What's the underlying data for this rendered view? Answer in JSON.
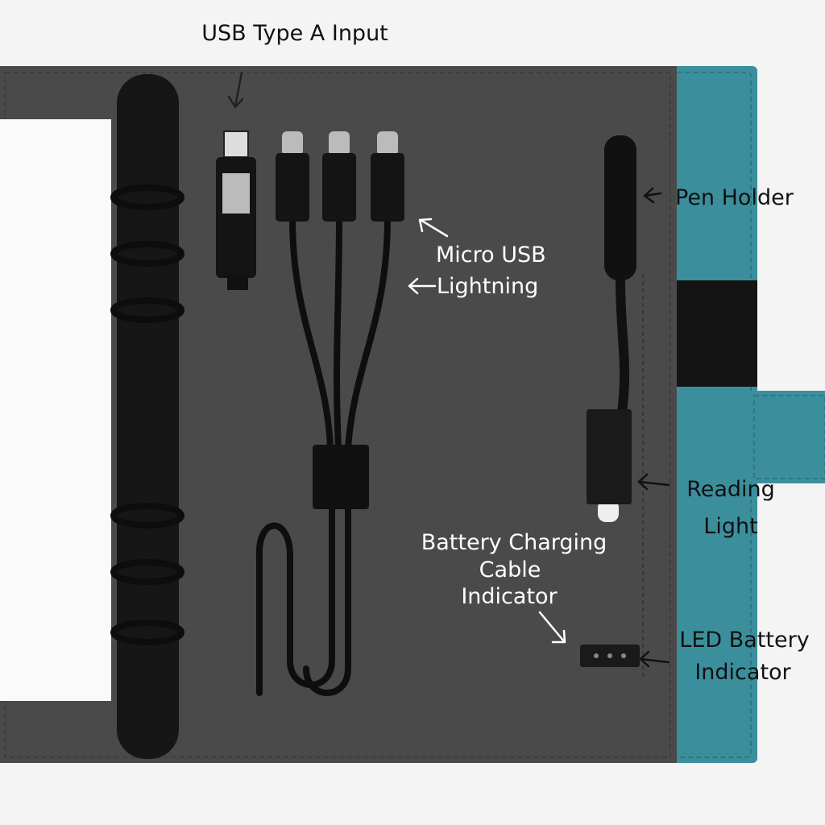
{
  "labels": {
    "usb_type_a": "USB Type A Input",
    "pen_holder": "Pen Holder",
    "micro_usb": "Micro USB",
    "lightning": "Lightning",
    "reading_light_1": "Reading",
    "reading_light_2": "Light",
    "battery_cable_1": "Battery Charging",
    "battery_cable_2": "Cable",
    "battery_cable_3": "Indicator",
    "led_battery_1": "LED Battery",
    "led_battery_2": "Indicator"
  },
  "colors": {
    "folder": "#4a4a4b",
    "teal": "#3b8f9d",
    "black": "#121212",
    "page": "#fafafa"
  }
}
